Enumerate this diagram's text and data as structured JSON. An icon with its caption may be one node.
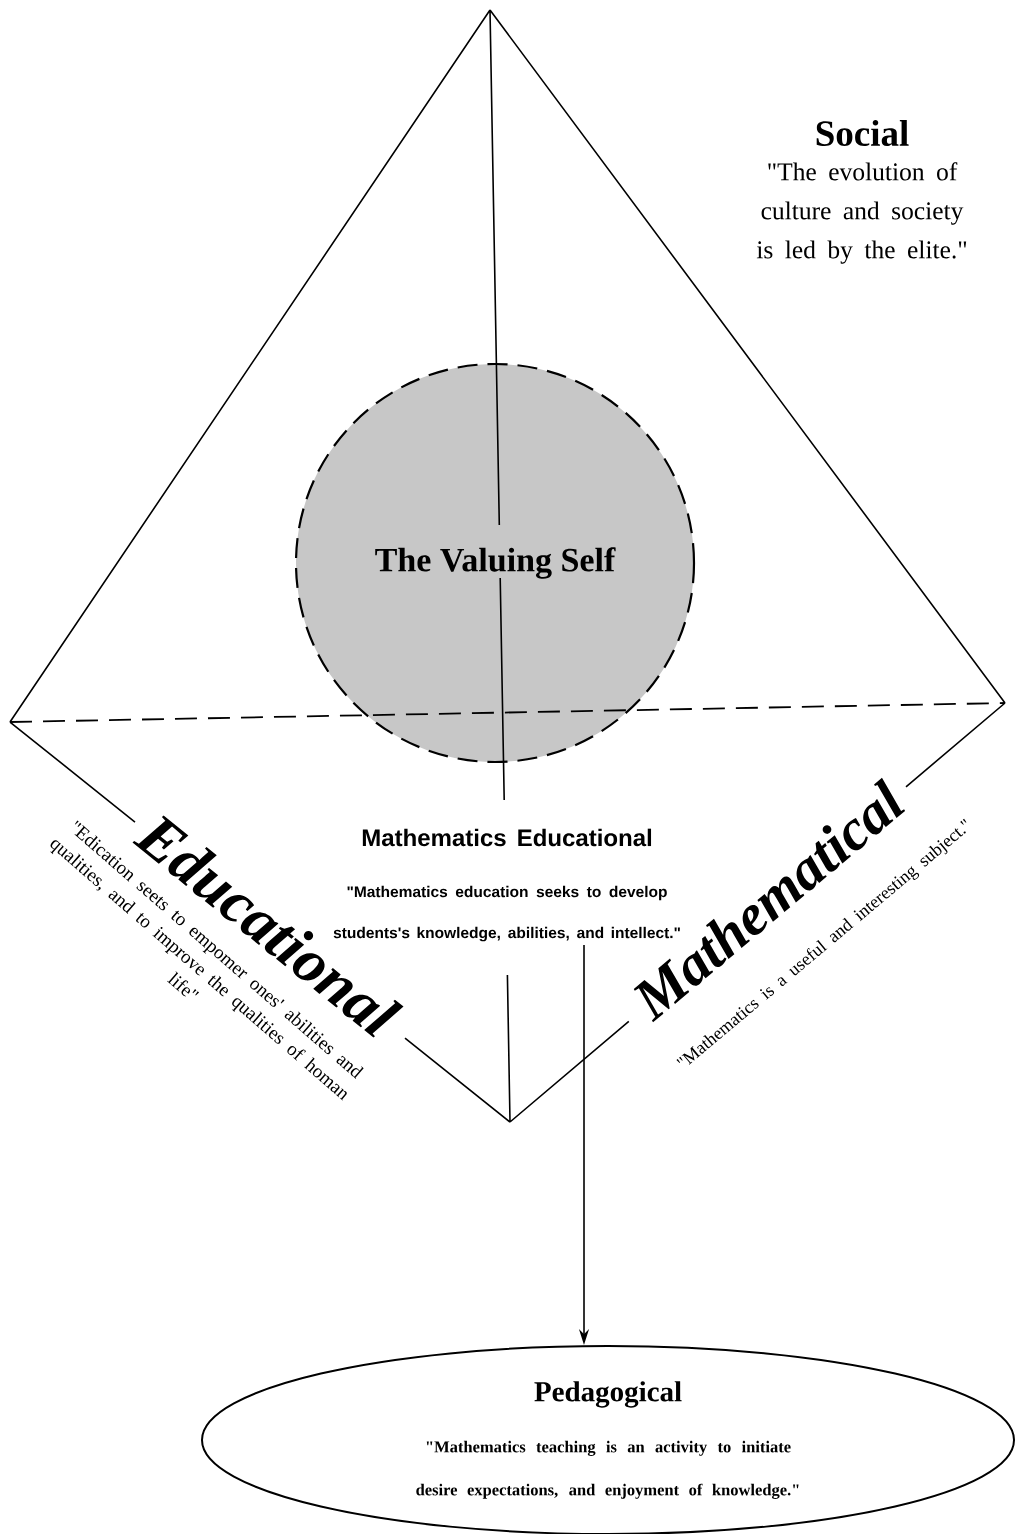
{
  "diagram": {
    "nodes": [
      {
        "text": [
          "The Valuing Self"
        ]
      },
      {
        "text": [
          "Mathematics Educational",
          "\"Mathematics education seeks to develop students's knowledge, abilities, and intellect.\""
        ]
      },
      {
        "text": [
          "Pedagogical",
          "\"Mathematics teaching is an activity to initiate desire expectations, and enjoyment of knowledge.\""
        ]
      }
    ],
    "edges": [
      {
        "from": 1,
        "to": 2,
        "arrow": "to"
      }
    ],
    "labels": [
      "Social",
      "\"The evolution of culture and society is led by the elite.\"",
      "Educational",
      "\"Edication seets to empomer ones' abilities and qualities, and to improve the qualities of homan life\"",
      "Mathematical",
      "\"Mathematics is a useful and interesting subject.\""
    ]
  }
}
